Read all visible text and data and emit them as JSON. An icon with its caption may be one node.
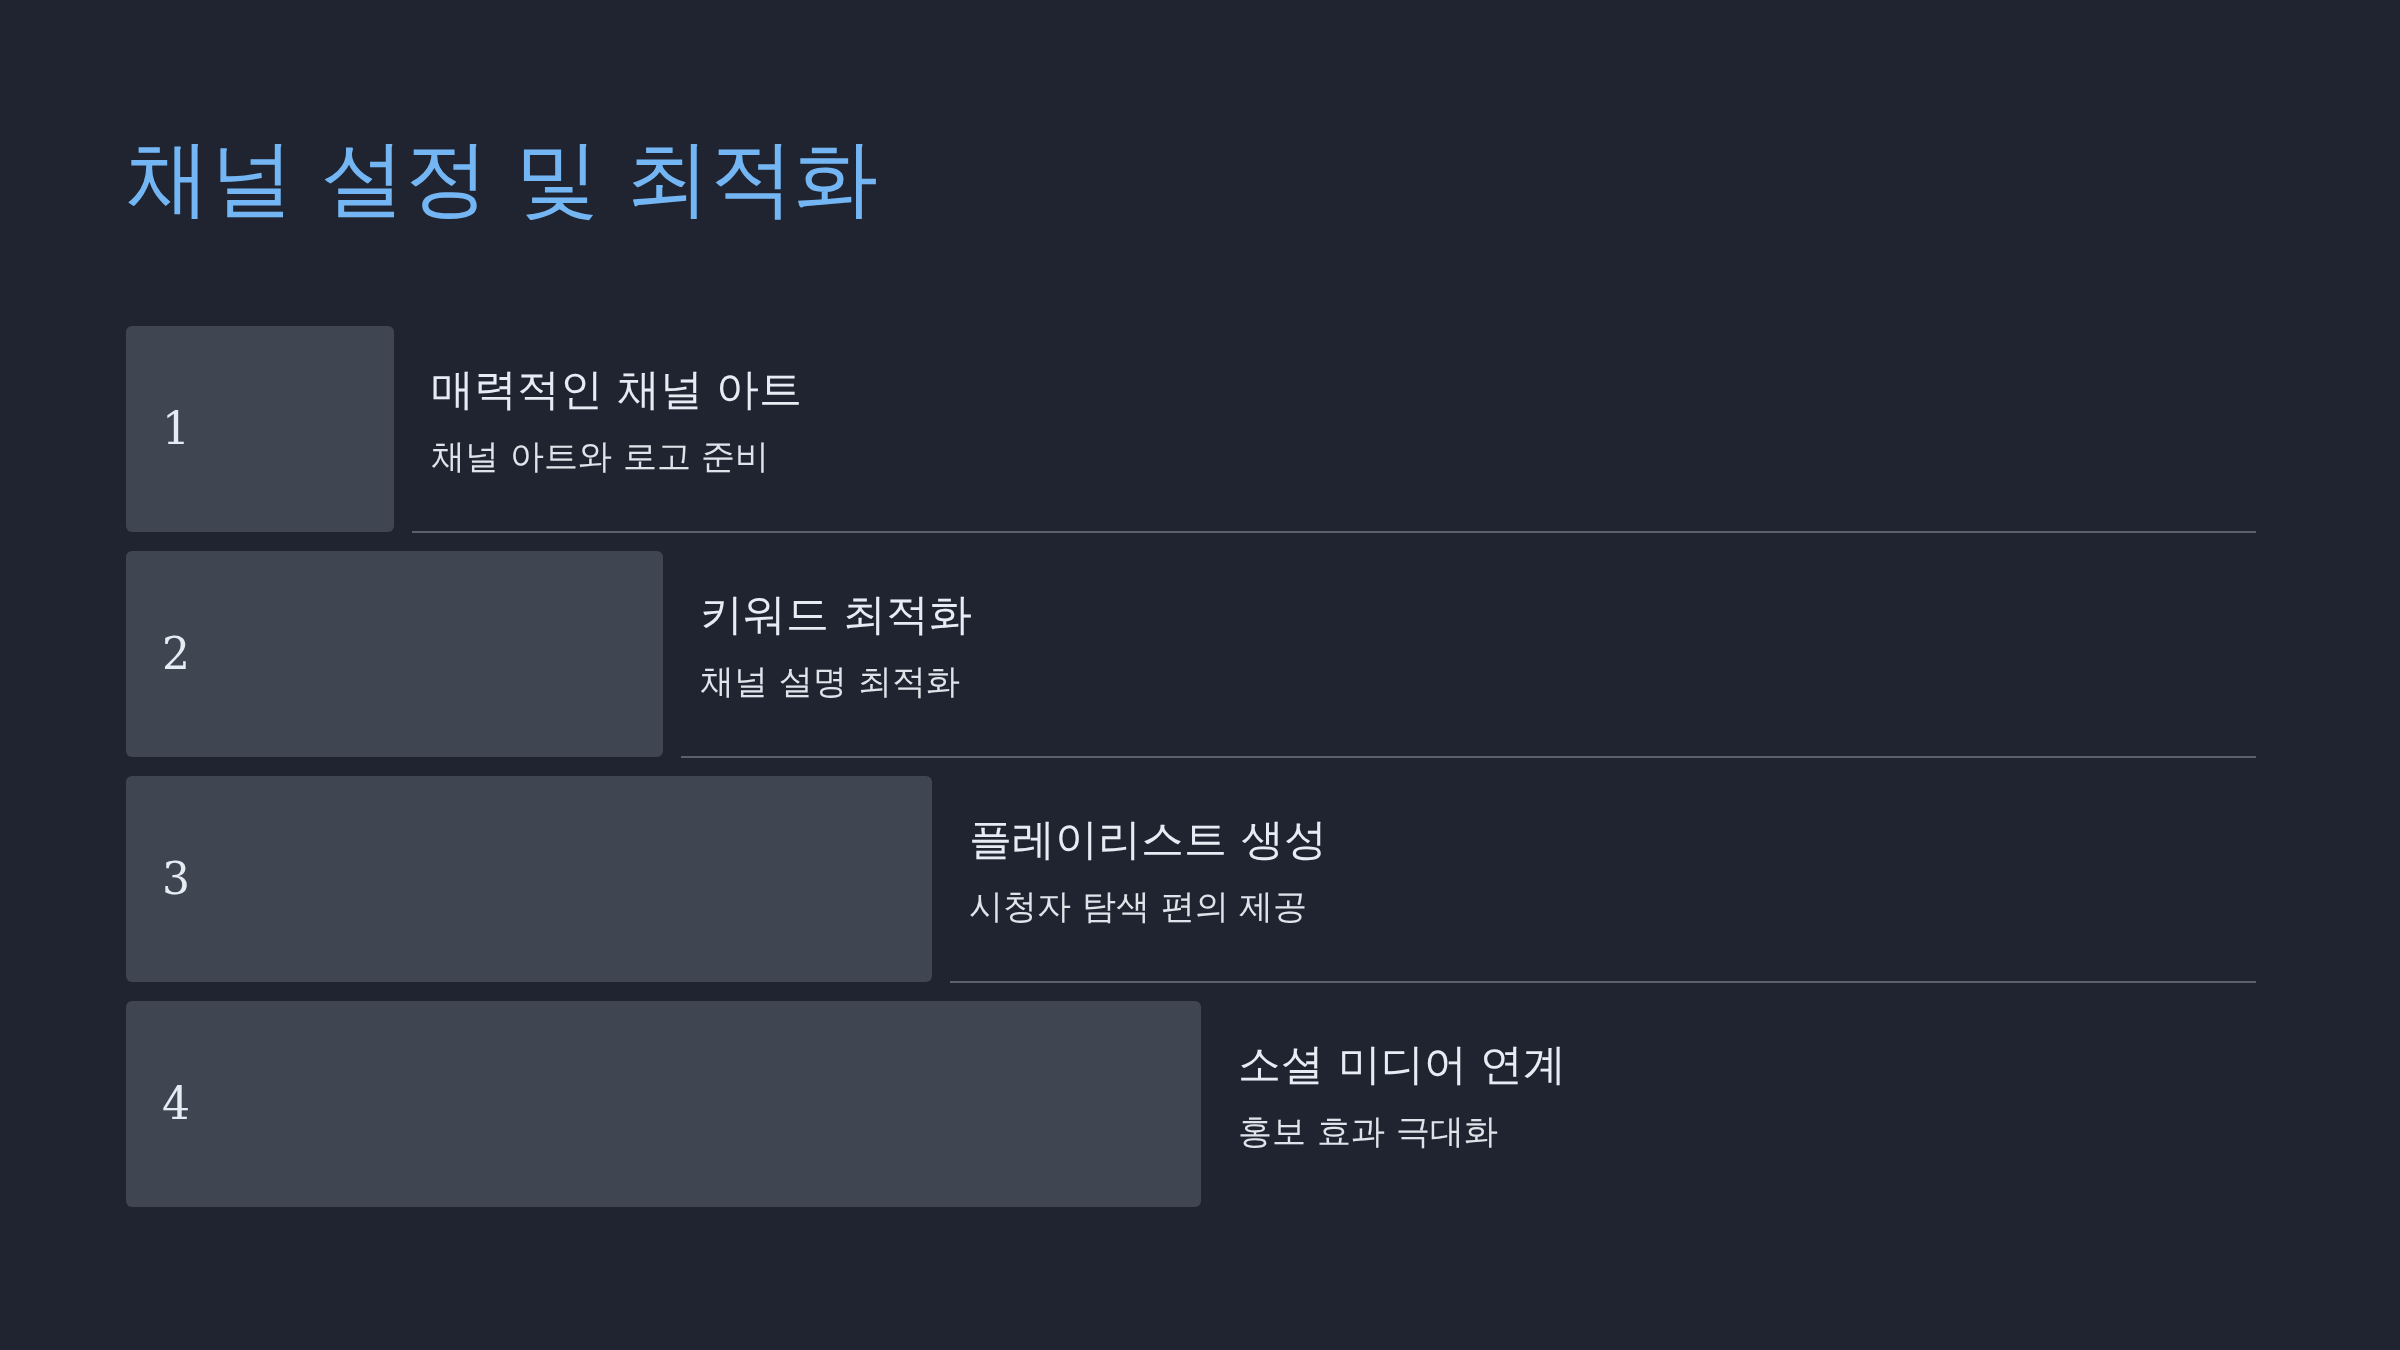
{
  "diagram": {
    "title": "채널 설정 및 최적화",
    "nodes": [
      {
        "text": [
          "1"
        ],
        "beside": [
          "매력적인 채널 아트",
          "채널 아트와 로고 준비"
        ]
      },
      {
        "text": [
          "2"
        ],
        "beside": [
          "키워드 최적화",
          "채널 설명 최적화"
        ]
      },
      {
        "text": [
          "3"
        ],
        "beside": [
          "플레이리스트 생성",
          "시청자 탐색 편의 제공"
        ]
      },
      {
        "text": [
          "4"
        ],
        "beside": [
          "소셜 미디어 연계",
          "홍보 효과 극대화"
        ]
      }
    ]
  }
}
